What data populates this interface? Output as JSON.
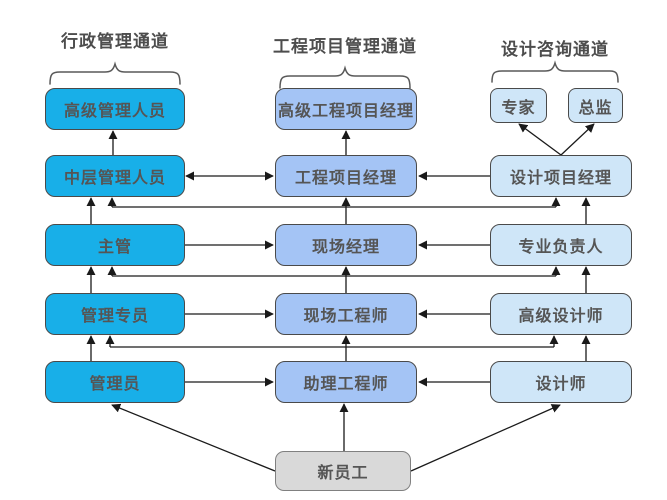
{
  "diagram": {
    "channels": {
      "admin": {
        "title": "行政管理通道",
        "levels": [
          "高级管理人员",
          "中层管理人员",
          "主管",
          "管理专员",
          "管理员"
        ]
      },
      "project": {
        "title": "工程项目管理通道",
        "levels": [
          "高级工程项目经理",
          "工程项目经理",
          "现场经理",
          "现场工程师",
          "助理工程师"
        ]
      },
      "design": {
        "title": "设计咨询通道",
        "apex": [
          "专家",
          "总监"
        ],
        "levels": [
          "设计项目经理",
          "专业负责人",
          "高级设计师",
          "设计师"
        ]
      }
    },
    "entry": "新员工",
    "colors": {
      "admin_box": "#18AFE8",
      "project_box": "#A4C4F5",
      "design_box": "#CFE6F8",
      "entry_box": "#D9D9D9",
      "line": "#1A1A1A",
      "text": "#555555",
      "border": "#4A4A4A",
      "entry_border": "#808080"
    }
  }
}
